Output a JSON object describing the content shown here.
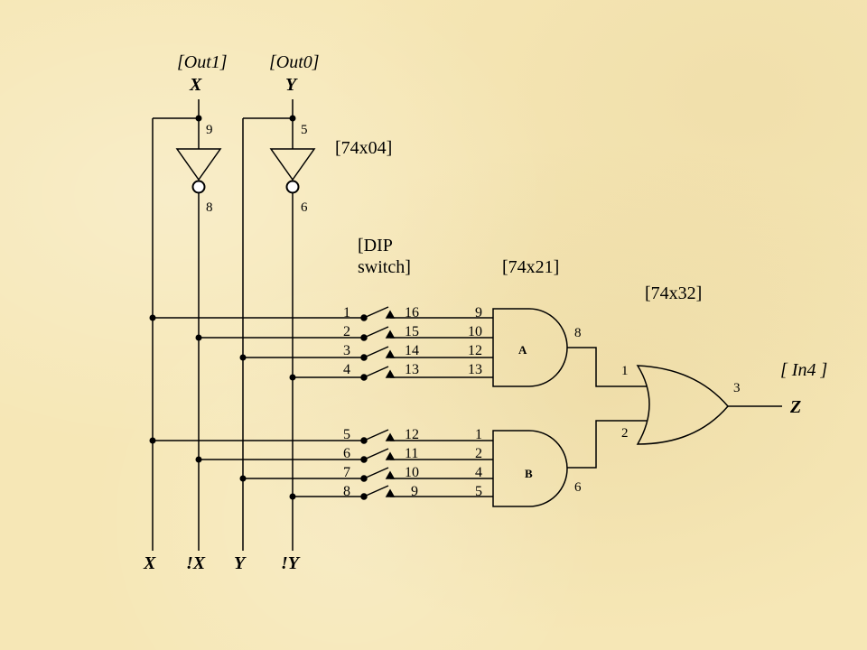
{
  "labels": {
    "out1": "[Out1]",
    "out0": "[Out0]",
    "in_x": "X",
    "in_y": "Y",
    "inverter_chip": "[74x04]",
    "dip_line1": "[DIP",
    "dip_line2": "switch]",
    "and_chip": "[74x21]",
    "or_chip": "[74x32]",
    "out_in4": "[ In4 ]",
    "out_z": "Z"
  },
  "bottom_labels": [
    "X",
    "!X",
    "Y",
    "!Y"
  ],
  "inverters": [
    {
      "in_pin": "9",
      "out_pin": "8"
    },
    {
      "in_pin": "5",
      "out_pin": "6"
    }
  ],
  "switch_left_pins": [
    "1",
    "2",
    "3",
    "4",
    "5",
    "6",
    "7",
    "8"
  ],
  "switch_right_pins": [
    "16",
    "15",
    "14",
    "13",
    "12",
    "11",
    "10",
    "9"
  ],
  "and_gates": [
    {
      "name": "A",
      "in_pins": [
        "9",
        "10",
        "12",
        "13"
      ],
      "out_pin": "8"
    },
    {
      "name": "B",
      "in_pins": [
        "1",
        "2",
        "4",
        "5"
      ],
      "out_pin": "6"
    }
  ],
  "or_gate": {
    "in_pins": [
      "1",
      "2"
    ],
    "out_pin": "3"
  }
}
